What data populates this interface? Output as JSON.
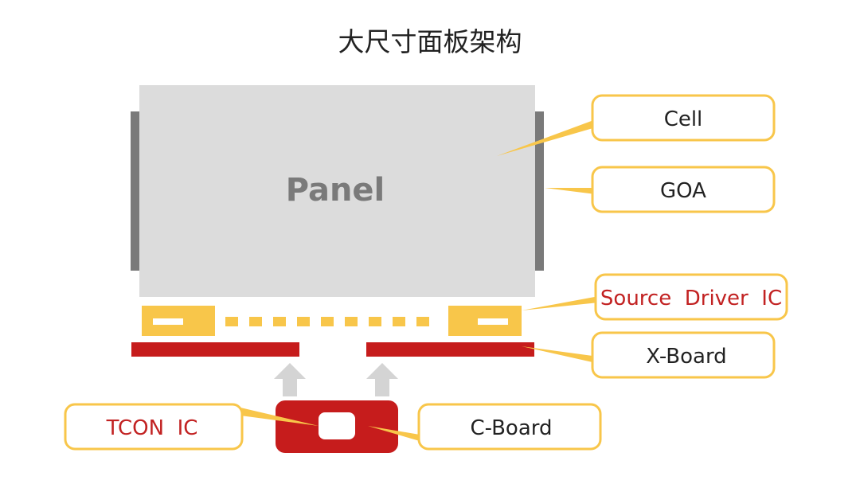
{
  "title": "大尺寸面板架构",
  "panel_label": "Panel",
  "callouts": {
    "cell": "Cell",
    "goa": "GOA",
    "source_driver_ic": "Source  Driver  IC",
    "x_board": "X-Board",
    "tcon_ic": "TCON  IC",
    "c_board": "C-Board"
  },
  "colors": {
    "panel_fill": "#dcdcdc",
    "goa_bar": "#7a7a7a",
    "accent_yellow": "#f8c64a",
    "board_red": "#c61c1c",
    "red_text": "#c22222",
    "dark_text": "#222222",
    "panel_text": "#7a7a7a",
    "arrow_gray": "#d4d4d4"
  }
}
